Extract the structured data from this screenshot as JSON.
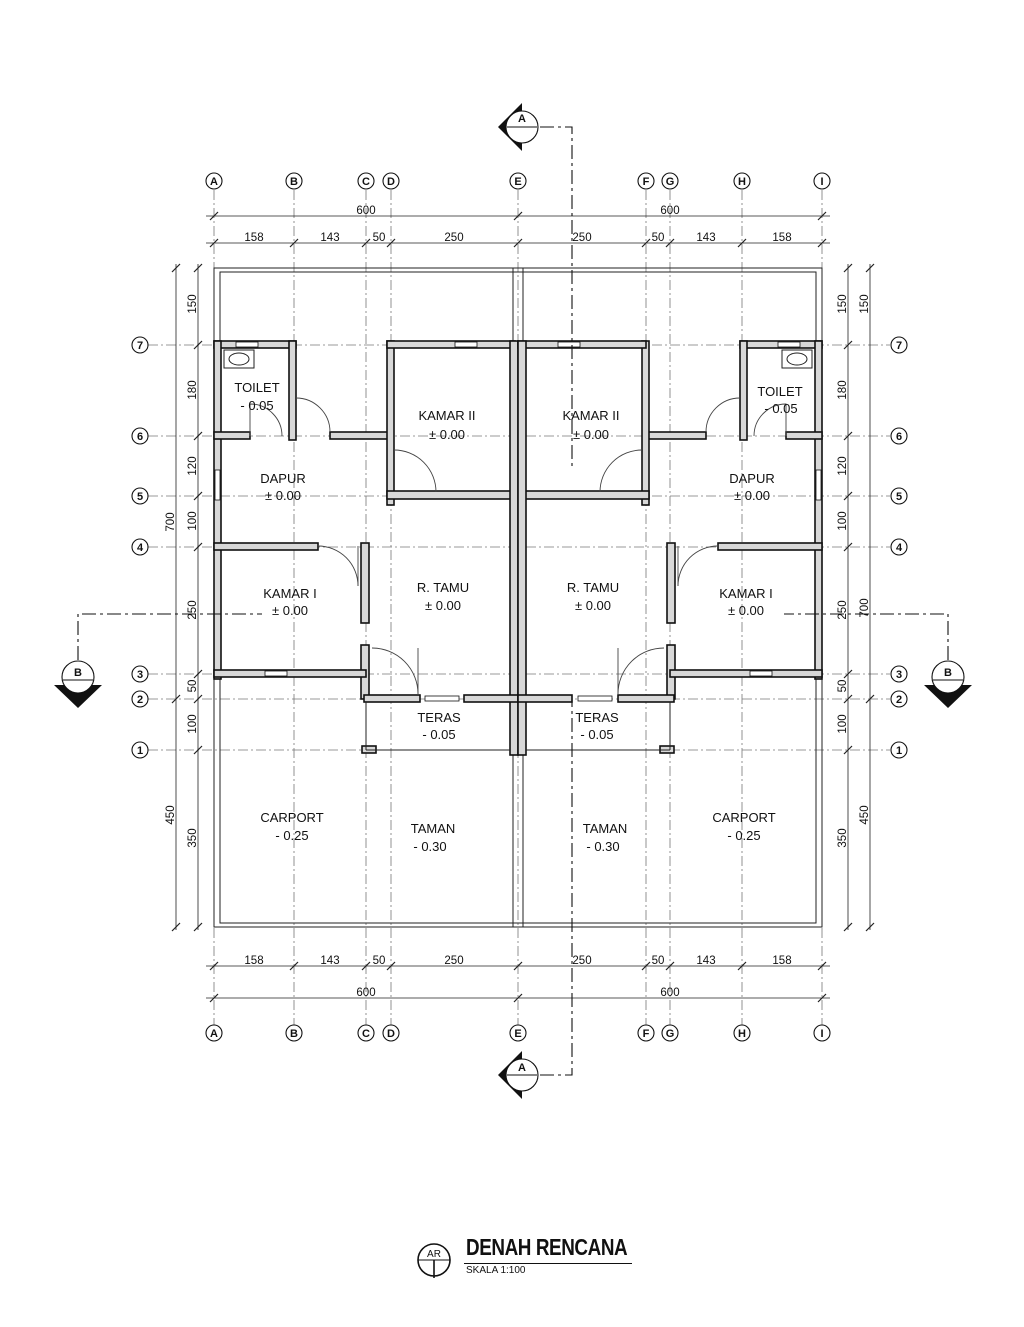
{
  "title": "DENAH RENCANA",
  "scale": "SKALA 1:100",
  "title_badge": "AR",
  "axis_top": [
    "A",
    "B",
    "C",
    "D",
    "E",
    "F",
    "G",
    "H",
    "I"
  ],
  "axis_side": [
    "7",
    "6",
    "5",
    "4",
    "3",
    "2",
    "1"
  ],
  "section_marks": {
    "vertical": "A",
    "horizontal": "B"
  },
  "dims_top_total": [
    "600",
    "600"
  ],
  "dims_top_parts": [
    "158",
    "143",
    "50",
    "250",
    "250",
    "50",
    "143",
    "158"
  ],
  "dims_left_total": [
    "700",
    "450"
  ],
  "dims_left_parts": [
    "150",
    "180",
    "120",
    "100",
    "250",
    "50",
    "100",
    "350"
  ],
  "dims_right_total": [
    "700",
    "450"
  ],
  "dims_right_parts": [
    "150",
    "180",
    "120",
    "100",
    "250",
    "50",
    "100",
    "350"
  ],
  "rooms": {
    "toilet_l": {
      "name": "TOILET",
      "level": "- 0.05"
    },
    "kamar2_l": {
      "name": "KAMAR II",
      "level": "± 0.00"
    },
    "dapur_l": {
      "name": "DAPUR",
      "level": "± 0.00"
    },
    "kamar1_l": {
      "name": "KAMAR I",
      "level": "± 0.00"
    },
    "tamu_l": {
      "name": "R. TAMU",
      "level": "± 0.00"
    },
    "teras_l": {
      "name": "TERAS",
      "level": "- 0.05"
    },
    "carport_l": {
      "name": "CARPORT",
      "level": "- 0.25"
    },
    "taman_l": {
      "name": "TAMAN",
      "level": "- 0.30"
    },
    "toilet_r": {
      "name": "TOILET",
      "level": "- 0.05"
    },
    "kamar2_r": {
      "name": "KAMAR II",
      "level": "± 0.00"
    },
    "dapur_r": {
      "name": "DAPUR",
      "level": "± 0.00"
    },
    "kamar1_r": {
      "name": "KAMAR I",
      "level": "± 0.00"
    },
    "tamu_r": {
      "name": "R. TAMU",
      "level": "± 0.00"
    },
    "teras_r": {
      "name": "TERAS",
      "level": "- 0.05"
    },
    "carport_r": {
      "name": "CARPORT",
      "level": "- 0.25"
    },
    "taman_r": {
      "name": "TAMAN",
      "level": "- 0.30"
    }
  }
}
